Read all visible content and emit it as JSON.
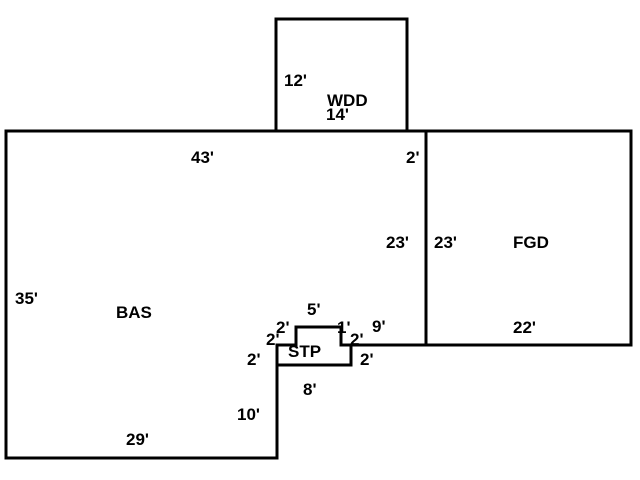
{
  "areas": {
    "bas": "BAS",
    "fgd": "FGD",
    "wdd": "WDD",
    "stp": "STP"
  },
  "dimensions": {
    "wdd_height": "12'",
    "wdd_width": "14'",
    "bas_top": "43'",
    "bas_top_right_offset": "2'",
    "bas_right": "23'",
    "fgd_left": "23'",
    "fgd_bottom": "22'",
    "bas_left": "35'",
    "bas_bottom": "29'",
    "bas_lower_right": "10'",
    "bas_step_right": "9'",
    "stp_top": "5'",
    "stp_left_upper": "2'",
    "stp_left_step": "2'",
    "stp_left": "2'",
    "stp_right_upper": "1'",
    "stp_right_step": "2'",
    "stp_right": "2'",
    "stp_bottom": "8'"
  },
  "colors": {
    "line": "#000000",
    "background": "#ffffff"
  }
}
